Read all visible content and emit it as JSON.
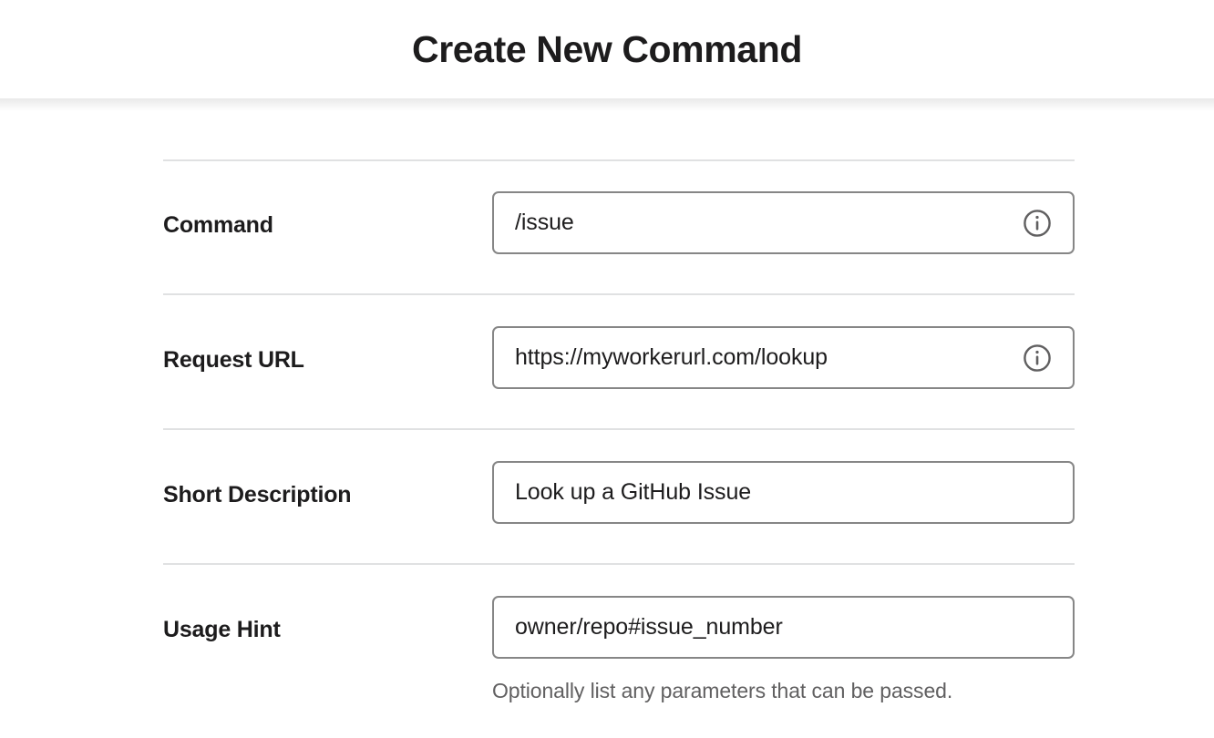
{
  "header": {
    "title": "Create New Command"
  },
  "colors": {
    "text_primary": "#1d1c1d",
    "text_muted": "#616061",
    "field_border": "#868686",
    "divider": "#e0e1e2",
    "background": "#ffffff"
  },
  "form": {
    "rows": [
      {
        "id": "command",
        "label": "Command",
        "value": "/issue",
        "placeholder": "",
        "has_info_icon": true,
        "info_icon_name": "info-icon",
        "helper_text": ""
      },
      {
        "id": "request-url",
        "label": "Request URL",
        "value": "https://myworkerurl.com/lookup",
        "placeholder": "",
        "has_info_icon": true,
        "info_icon_name": "info-icon",
        "helper_text": ""
      },
      {
        "id": "short-description",
        "label": "Short Description",
        "value": "Look up a GitHub Issue",
        "placeholder": "",
        "has_info_icon": false,
        "info_icon_name": "",
        "helper_text": ""
      },
      {
        "id": "usage-hint",
        "label": "Usage Hint",
        "value": "owner/repo#issue_number",
        "placeholder": "",
        "has_info_icon": false,
        "info_icon_name": "",
        "helper_text": "Optionally list any parameters that can be passed."
      }
    ]
  }
}
